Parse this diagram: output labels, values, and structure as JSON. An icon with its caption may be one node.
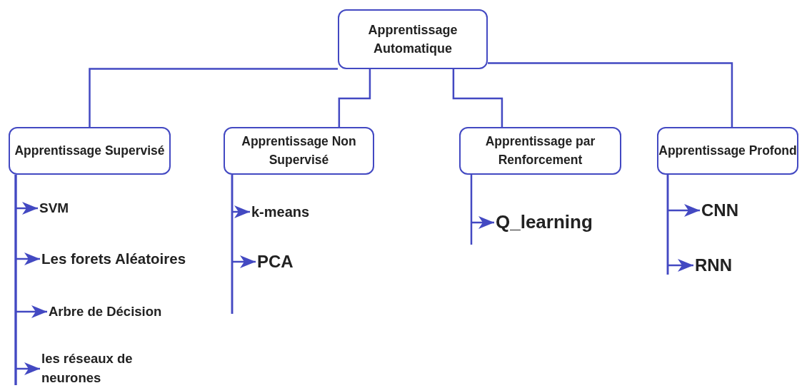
{
  "diagram": {
    "nodes": [
      {
        "text": [
          "Apprentissage Automatique"
        ]
      },
      {
        "text": [
          "Apprentissage Supervisé"
        ]
      },
      {
        "text": [
          "Apprentissage Non Supervisé"
        ]
      },
      {
        "text": [
          "Apprentissage par Renforcement"
        ]
      },
      {
        "text": [
          "Apprentissage Profond"
        ]
      },
      {
        "text": [
          "SVM"
        ]
      },
      {
        "text": [
          "Les forets Aléatoires"
        ]
      },
      {
        "text": [
          "Arbre de Décision"
        ]
      },
      {
        "text": [
          "les réseaux de neurones"
        ]
      },
      {
        "text": [
          "k-means"
        ]
      },
      {
        "text": [
          "PCA"
        ]
      },
      {
        "text": [
          "Q_learning"
        ]
      },
      {
        "text": [
          "CNN"
        ]
      },
      {
        "text": [
          "RNN"
        ]
      }
    ],
    "edges": [
      {
        "from": 0,
        "to": 1,
        "arrow": "none"
      },
      {
        "from": 0,
        "to": 2,
        "arrow": "none"
      },
      {
        "from": 0,
        "to": 3,
        "arrow": "none"
      },
      {
        "from": 0,
        "to": 4,
        "arrow": "none"
      },
      {
        "from": 1,
        "to": 5,
        "arrow": "to"
      },
      {
        "from": 1,
        "to": 6,
        "arrow": "to"
      },
      {
        "from": 1,
        "to": 7,
        "arrow": "to"
      },
      {
        "from": 1,
        "to": 8,
        "arrow": "to"
      },
      {
        "from": 2,
        "to": 9,
        "arrow": "to"
      },
      {
        "from": 2,
        "to": 10,
        "arrow": "to"
      },
      {
        "from": 3,
        "to": 11,
        "arrow": "to"
      },
      {
        "from": 4,
        "to": 12,
        "arrow": "to"
      },
      {
        "from": 4,
        "to": 13,
        "arrow": "to"
      }
    ]
  }
}
